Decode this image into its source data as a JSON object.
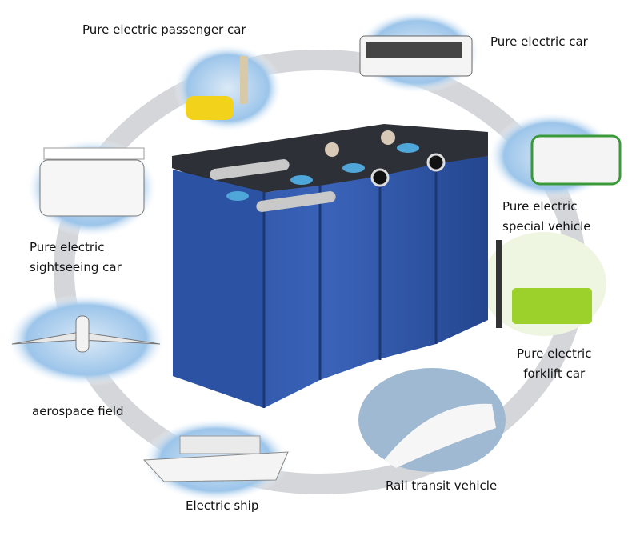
{
  "labels": {
    "passenger_car": "Pure electric passenger car",
    "car": "Pure electric car",
    "special_vehicle_1": "Pure electric",
    "special_vehicle_2": "special vehicle",
    "forklift_1": "Pure electric",
    "forklift_2": "forklift car",
    "rail": "Rail transit vehicle",
    "ship": "Electric ship",
    "aerospace": "aerospace field",
    "sightseeing_1": "Pure electric",
    "sightseeing_2": "sightseeing car"
  },
  "colors": {
    "ring": "#c9ccd1",
    "cell_blue": "#2f55a8",
    "cell_top": "#2a2c31",
    "sky": "#7fb6e6"
  }
}
